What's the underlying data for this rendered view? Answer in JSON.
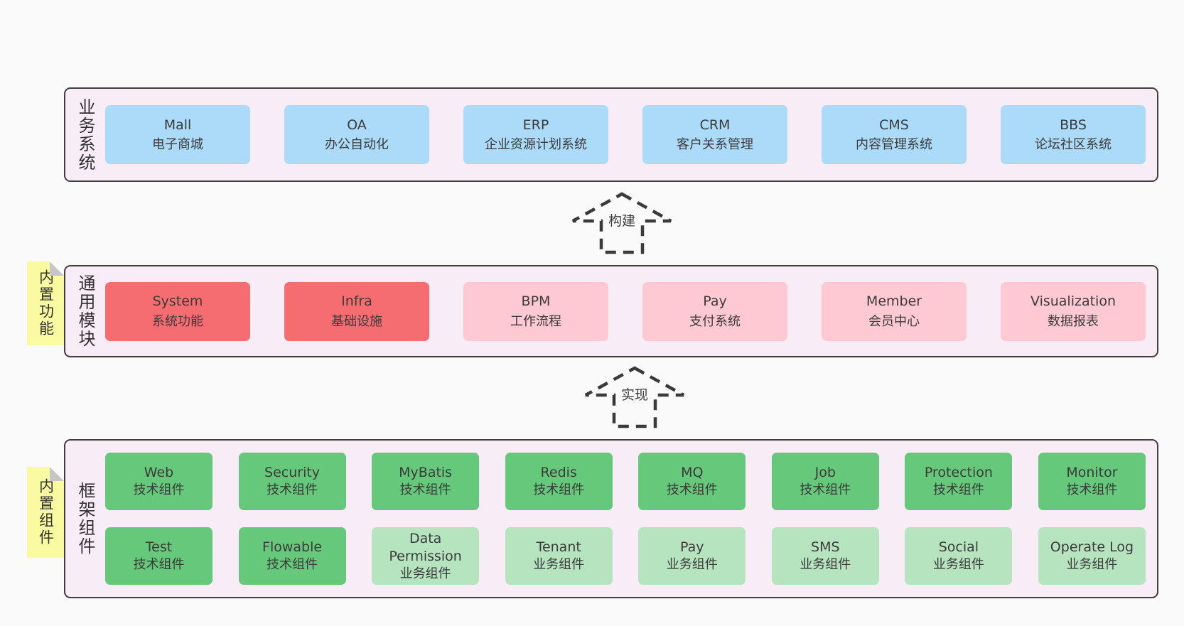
{
  "layers": {
    "business": {
      "title": "业务系统",
      "boxes": [
        {
          "name": "Mall",
          "sub": "电子商城"
        },
        {
          "name": "OA",
          "sub": "办公自动化"
        },
        {
          "name": "ERP",
          "sub": "企业资源计划系统"
        },
        {
          "name": "CRM",
          "sub": "客户关系管理"
        },
        {
          "name": "CMS",
          "sub": "内容管理系统"
        },
        {
          "name": "BBS",
          "sub": "论坛社区系统"
        }
      ]
    },
    "modules": {
      "sticky": "内置功能",
      "title": "通用模块",
      "boxes": [
        {
          "name": "System",
          "sub": "系统功能"
        },
        {
          "name": "Infra",
          "sub": "基础设施"
        },
        {
          "name": "BPM",
          "sub": "工作流程"
        },
        {
          "name": "Pay",
          "sub": "支付系统"
        },
        {
          "name": "Member",
          "sub": "会员中心"
        },
        {
          "name": "Visualization",
          "sub": "数据报表"
        }
      ]
    },
    "components": {
      "sticky": "内置组件",
      "title": "框架组件",
      "row1": [
        {
          "name": "Web",
          "sub": "技术组件"
        },
        {
          "name": "Security",
          "sub": "技术组件"
        },
        {
          "name": "MyBatis",
          "sub": "技术组件"
        },
        {
          "name": "Redis",
          "sub": "技术组件"
        },
        {
          "name": "MQ",
          "sub": "技术组件"
        },
        {
          "name": "Job",
          "sub": "技术组件"
        },
        {
          "name": "Protection",
          "sub": "技术组件"
        },
        {
          "name": "Monitor",
          "sub": "技术组件"
        }
      ],
      "row2": [
        {
          "name": "Test",
          "sub": "技术组件"
        },
        {
          "name": "Flowable",
          "sub": "技术组件"
        },
        {
          "name": "Data Permission",
          "sub": "业务组件"
        },
        {
          "name": "Tenant",
          "sub": "业务组件"
        },
        {
          "name": "Pay",
          "sub": "业务组件"
        },
        {
          "name": "SMS",
          "sub": "业务组件"
        },
        {
          "name": "Social",
          "sub": "业务组件"
        },
        {
          "name": "Operate Log",
          "sub": "业务组件"
        }
      ]
    }
  },
  "arrows": {
    "build": "构建",
    "implement": "实现"
  },
  "colors": {
    "page_bg": "#fafafa",
    "panel_bg": "#f8edf6",
    "panel_border": "#3f3f3f",
    "blue": "#abdbf8",
    "red": "#f56d71",
    "pink": "#fec9d3",
    "green": "#65c87a",
    "green_light": "#b6e4bf",
    "sticky_yellow": "#fafaa0",
    "sticky_fold": "#c6c6c6",
    "text": "#3b3b3b"
  }
}
